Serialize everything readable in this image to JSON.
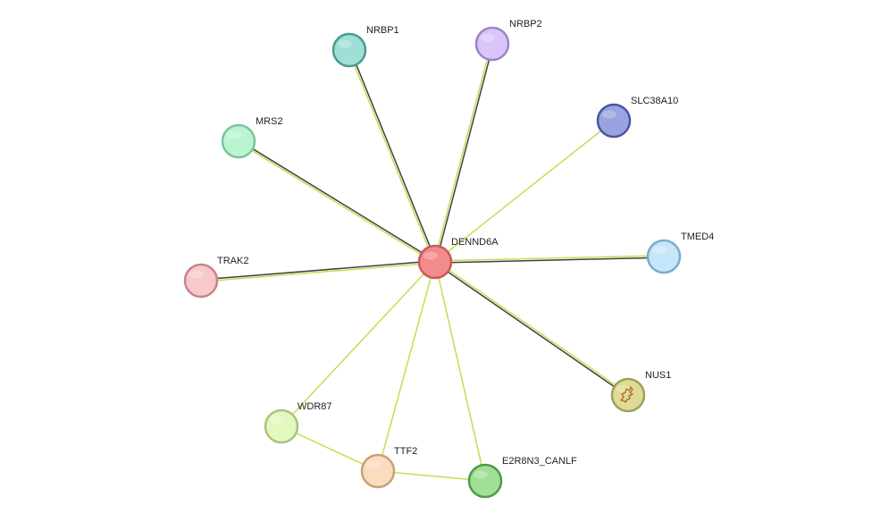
{
  "network": {
    "nodes": [
      {
        "id": "DENND6A",
        "label": "DENND6A",
        "fill": "#f28b8b",
        "stroke": "#c85a5a",
        "query": true
      },
      {
        "id": "NRBP1",
        "label": "NRBP1",
        "fill": "#9edfd6",
        "stroke": "#4a9a90"
      },
      {
        "id": "NRBP2",
        "label": "NRBP2",
        "fill": "#d8c6fb",
        "stroke": "#9a85c8"
      },
      {
        "id": "SLC38A10",
        "label": "SLC38A10",
        "fill": "#9aa3e0",
        "stroke": "#4a55a0"
      },
      {
        "id": "MRS2",
        "label": "MRS2",
        "fill": "#baf5d2",
        "stroke": "#7cc49a"
      },
      {
        "id": "TMED4",
        "label": "TMED4",
        "fill": "#c6e6fa",
        "stroke": "#7aaccc"
      },
      {
        "id": "TRAK2",
        "label": "TRAK2",
        "fill": "#f8c8cb",
        "stroke": "#c88488"
      },
      {
        "id": "NUS1",
        "label": "NUS1",
        "fill": "#dedb96",
        "stroke": "#a0a05a",
        "has_structure": true
      },
      {
        "id": "WDR87",
        "label": "WDR87",
        "fill": "#e2f8bf",
        "stroke": "#a8c47e"
      },
      {
        "id": "TTF2",
        "label": "TTF2",
        "fill": "#fbdcbd",
        "stroke": "#c8a07a"
      },
      {
        "id": "E2R8N3_CANLF",
        "label": "E2R8N3_CANLF",
        "fill": "#a0df96",
        "stroke": "#4e9a46"
      }
    ],
    "edges": [
      {
        "source": "DENND6A",
        "target": "NRBP1",
        "evidence": [
          "textmining",
          "coexpression"
        ]
      },
      {
        "source": "DENND6A",
        "target": "NRBP2",
        "evidence": [
          "textmining",
          "coexpression"
        ]
      },
      {
        "source": "DENND6A",
        "target": "SLC38A10",
        "evidence": [
          "textmining"
        ]
      },
      {
        "source": "DENND6A",
        "target": "MRS2",
        "evidence": [
          "textmining",
          "coexpression"
        ]
      },
      {
        "source": "DENND6A",
        "target": "TMED4",
        "evidence": [
          "textmining",
          "coexpression"
        ]
      },
      {
        "source": "DENND6A",
        "target": "TRAK2",
        "evidence": [
          "textmining",
          "coexpression"
        ]
      },
      {
        "source": "DENND6A",
        "target": "NUS1",
        "evidence": [
          "textmining",
          "coexpression"
        ]
      },
      {
        "source": "DENND6A",
        "target": "WDR87",
        "evidence": [
          "textmining"
        ]
      },
      {
        "source": "DENND6A",
        "target": "TTF2",
        "evidence": [
          "textmining"
        ]
      },
      {
        "source": "DENND6A",
        "target": "E2R8N3_CANLF",
        "evidence": [
          "textmining"
        ]
      },
      {
        "source": "WDR87",
        "target": "TTF2",
        "evidence": [
          "textmining"
        ]
      },
      {
        "source": "TTF2",
        "target": "E2R8N3_CANLF",
        "evidence": [
          "textmining"
        ]
      }
    ],
    "evidence_colors": {
      "textmining": "#c8dc50",
      "coexpression": "#404040"
    }
  }
}
